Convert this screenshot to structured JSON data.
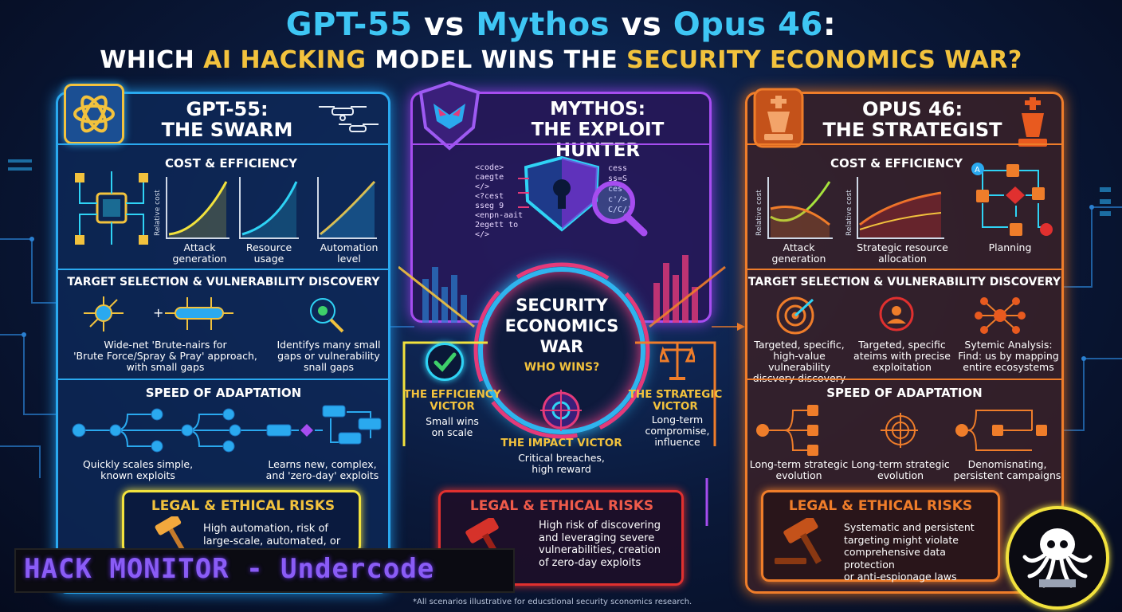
{
  "title": {
    "line1_a": "GPT-55",
    "line1_vs1": " vs ",
    "line1_b": "Mythos",
    "line1_vs2": " vs ",
    "line1_c": "Opus 46",
    "line1_colon": ":",
    "line2_a": "WHICH ",
    "line2_b": "AI HACKING",
    "line2_c": " MODEL WINS THE ",
    "line2_d": "SECURITY ECONOMICS WAR?"
  },
  "gpt": {
    "name": "GPT-55:",
    "subtitle": "THE SWARM",
    "cost_title": "COST & EFFICIENCY",
    "ylabel": "Relative cost",
    "charts": [
      {
        "label1": "Attack",
        "label2": "generation"
      },
      {
        "label1": "Resource",
        "label2": "usage"
      },
      {
        "label1": "Automation",
        "label2": "level"
      }
    ],
    "target_title": "TARGET SELECTION & VULNERABILITY DISCOVERY",
    "target_left_1": "Wide-net 'Brute-nairs for",
    "target_left_2": "'Brute Force/Spray & Pray' approach,",
    "target_left_3": "with small gaps",
    "target_right_1": "Identifys many small",
    "target_right_2": "gaps or vulnerability",
    "target_right_3": "snall gaps",
    "speed_title": "SPEED OF ADAPTATION",
    "speed_left_1": "Quickly scales simple,",
    "speed_left_2": "known exploits",
    "speed_right_1": "Learns new, complex,",
    "speed_right_2": "and 'zero-day' exploits",
    "risk_title": "LEGAL & ETHICAL RISKS",
    "risk_1": "High automation, risk of",
    "risk_2": "large-scale, automated, or"
  },
  "mythos": {
    "name": "MYTHOS:",
    "subtitle": "THE EXPLOIT HUNTER",
    "code_left": [
      "<code>",
      "caegte",
      "</>",
      "<?cest",
      "sseg 9",
      "<enpn-aait",
      "2egett to",
      "</>"
    ],
    "code_right": [
      "cess",
      "ss=S",
      "ces",
      "c'/>",
      "C/C/)"
    ],
    "center_1": "SECURITY",
    "center_2": "ECONOMICS",
    "center_3": "WAR",
    "center_q": "WHO WINS?",
    "eff_title_1": "THE EFFICIENCY",
    "eff_title_2": "VICTOR",
    "eff_sub_1": "Small wins",
    "eff_sub_2": "on scale",
    "impact_title": "THE IMPACT VICTOR",
    "impact_sub_1": "Critical breaches,",
    "impact_sub_2": "high reward",
    "strat_title_1": "THE STRATEGIC",
    "strat_title_2": "VICTOR",
    "strat_sub_1": "Long-term",
    "strat_sub_2": "compromise,",
    "strat_sub_3": "influence",
    "risk_title": "LEGAL & ETHICAL RISKS",
    "risk_1": "High risk of discovering",
    "risk_2": "and leveraging severe",
    "risk_3": "vulnerabilities, creation",
    "risk_4": "of zero-day exploits"
  },
  "opus": {
    "name": "OPUS 46:",
    "subtitle": "THE STRATEGIST",
    "cost_title": "COST & EFFICIENCY",
    "ylabel": "Relative cost",
    "chart1_l1": "Attack",
    "chart1_l2": "generation",
    "chart2_l1": "Strategic resource",
    "chart2_l2": "allocation",
    "planning": "Planning",
    "target_title": "TARGET SELECTION & VULNERABILITY DISCOVERY",
    "t1_1": "Targeted, specific,",
    "t1_2": "high-value vulnerability",
    "t1_3": "discvery discovery",
    "t2_1": "Targeted, specific",
    "t2_2": "ateims with precise",
    "t2_3": "exploitation",
    "t3_1": "Sytemic Analysis:",
    "t3_2": "Find: us by mapping",
    "t3_3": "entire ecosystems",
    "speed_title": "SPEED OF ADAPTATION",
    "s1_1": "Long-term strategic",
    "s1_2": "evolution",
    "s2_1": "Long-term strategic",
    "s2_2": "evolution",
    "s3_1": "Denomisnating,",
    "s3_2": "persistent campaigns",
    "risk_title": "LEGAL & ETHICAL RISKS",
    "risk_1": "Systematic and persistent",
    "risk_2": "targeting might violate",
    "risk_3": "comprehensive data protection",
    "risk_4": "or anti-espionage laws"
  },
  "branding": {
    "watermark": "HACK MONITOR - Undercode",
    "footer": "*All scenarios illustrative for educstional security sconomics research."
  },
  "colors": {
    "gpt": "#2aa9ef",
    "mythos": "#a64df0",
    "opus": "#ef7d2a",
    "accent_yellow": "#f2c23d",
    "risk_red": "#e0302f"
  }
}
